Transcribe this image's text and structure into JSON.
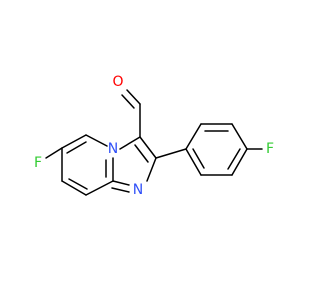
{
  "molecule": {
    "atoms": {
      "F1": {
        "label": "F",
        "color": "#33cc33"
      },
      "O1": {
        "label": "O",
        "color": "#ff0000"
      },
      "N1": {
        "label": "N",
        "color": "#3050f8"
      },
      "N2": {
        "label": "N",
        "color": "#3050f8"
      },
      "F2": {
        "label": "F",
        "color": "#33cc33"
      }
    }
  }
}
